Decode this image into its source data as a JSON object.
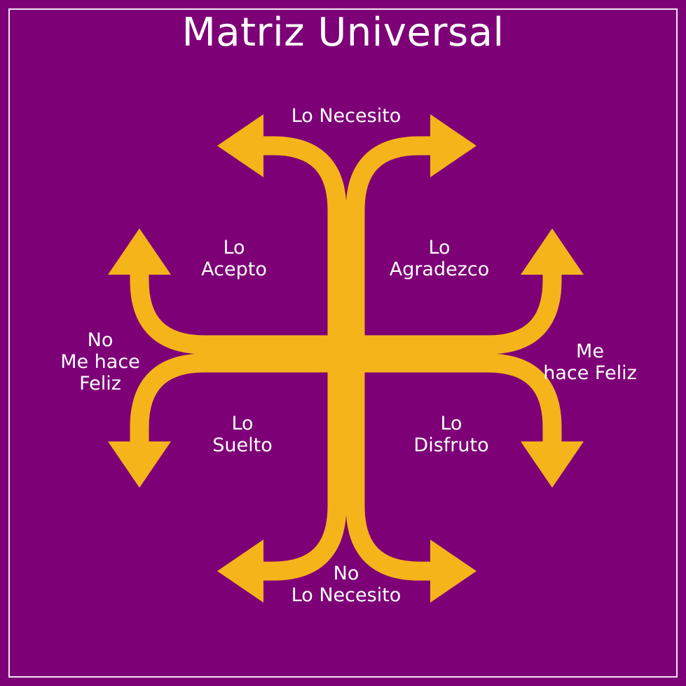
{
  "title": "Matriz Universal",
  "colors": {
    "background": "#7d0077",
    "arrows": "#f5b41a",
    "text": "#ffffff"
  },
  "labels": {
    "top": [
      "Lo Necesito"
    ],
    "bottom": [
      "No",
      "Lo Necesito"
    ],
    "upper_left": [
      "Lo",
      "Acepto"
    ],
    "upper_right": [
      "Lo",
      "Agradezco"
    ],
    "lower_left": [
      "Lo",
      "Suelto"
    ],
    "lower_right": [
      "Lo",
      "Disfruto"
    ],
    "left": [
      "No",
      "Me hace",
      "Feliz"
    ],
    "right": [
      "Me",
      "hace Feliz"
    ]
  }
}
